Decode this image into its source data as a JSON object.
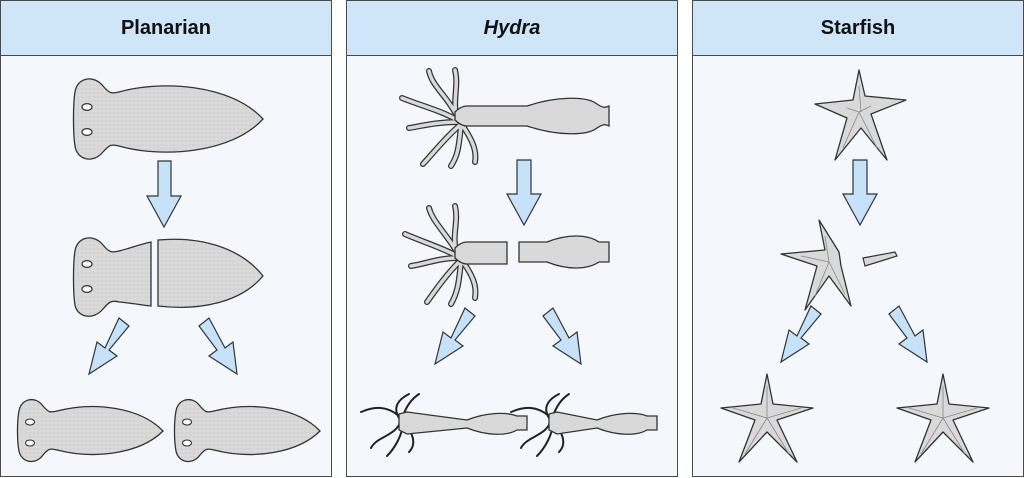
{
  "panels": [
    {
      "title": "Planarian"
    },
    {
      "title": "Hydra"
    },
    {
      "title": "Starfish"
    }
  ],
  "colors": {
    "header_bg": "#cfe5f8",
    "panel_bg": "#f4f8fd",
    "arrow_fill": "#c6e2f8",
    "body_fill": "#d9d9d9",
    "outline": "#333333"
  }
}
